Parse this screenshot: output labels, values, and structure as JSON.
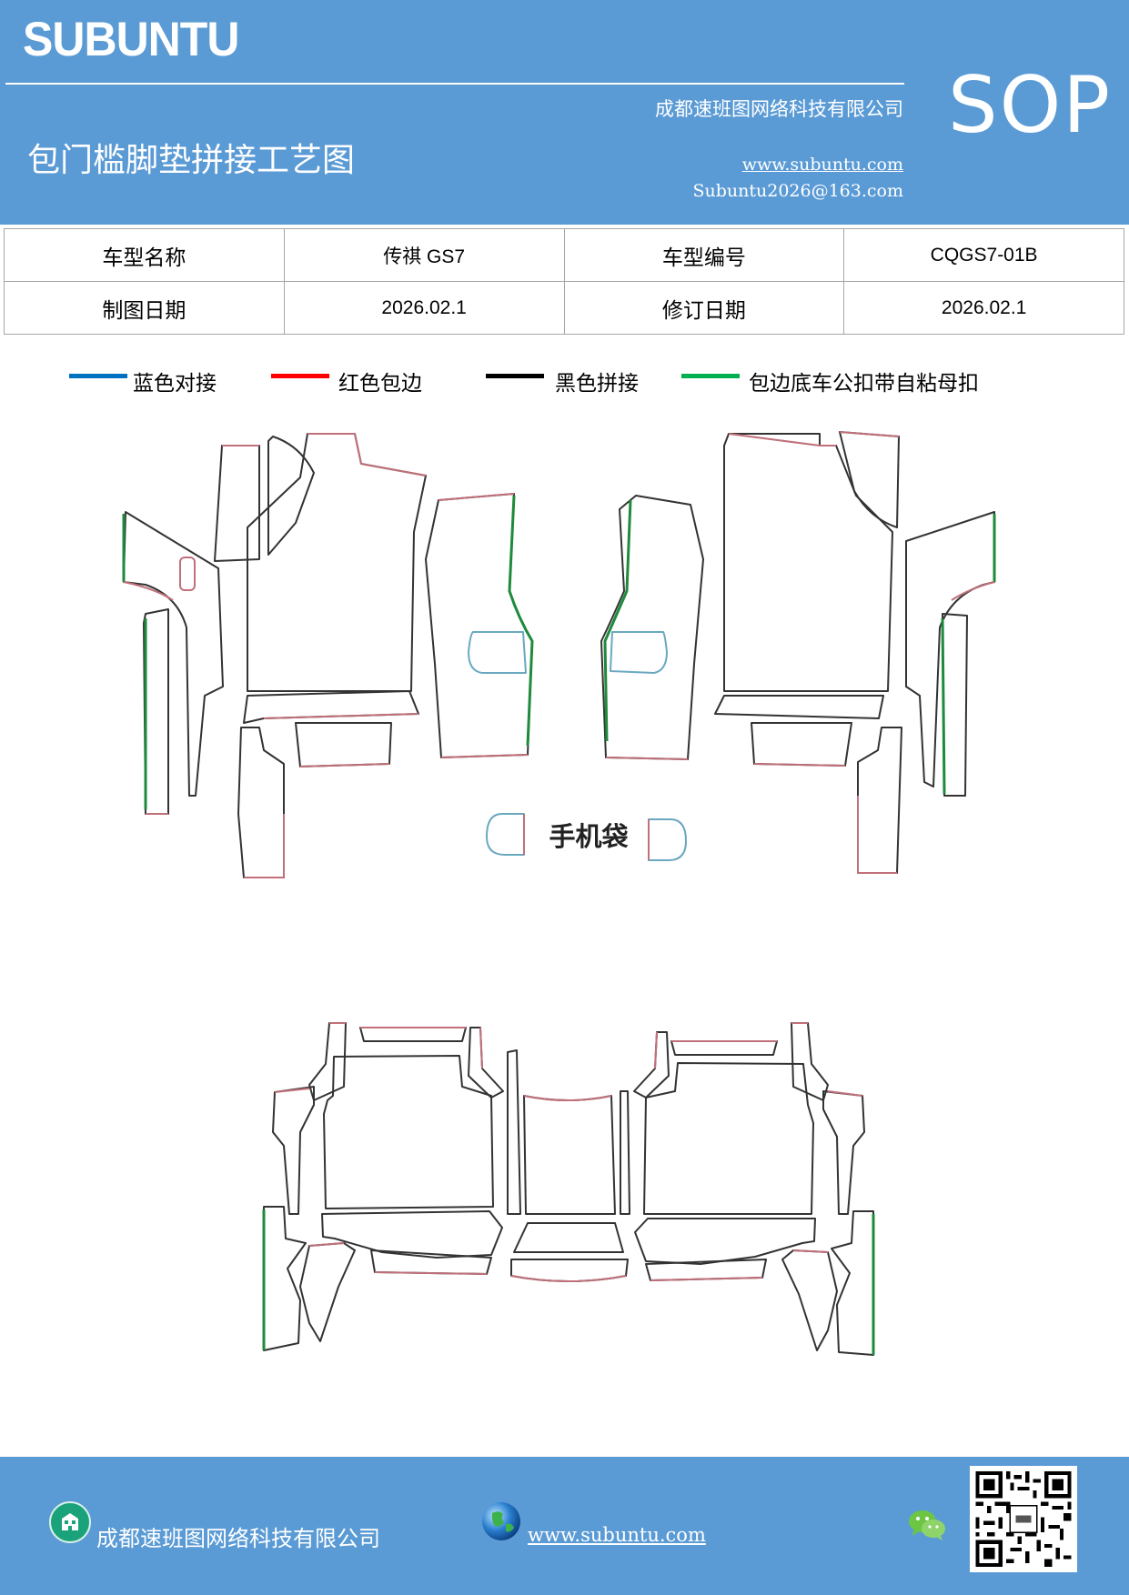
{
  "header": {
    "brand": "SUBUNTU",
    "company": "成都速班图网络科技有限公司",
    "title": "包门槛脚垫拼接工艺图",
    "website": "www.subuntu.com",
    "email": "Subuntu2026@163.com",
    "badge": "SOP"
  },
  "info_table": {
    "model_name_label": "车型名称",
    "model_name_value": "传祺 GS7",
    "model_code_label": "车型编号",
    "model_code_value": "CQGS7-01B",
    "draw_date_label": "制图日期",
    "draw_date_value": "2026.02.1",
    "revise_date_label": "修订日期",
    "revise_date_value": "2026.02.1"
  },
  "legend": [
    {
      "label": "蓝色对接",
      "color": "#0070c0"
    },
    {
      "label": "红色包边",
      "color": "#ff0000"
    },
    {
      "label": "黑色拼接",
      "color": "#000000"
    },
    {
      "label": "包边底车公扣带自粘母扣",
      "color": "#00b050"
    }
  ],
  "drawing": {
    "phone_pocket_label": "手机袋",
    "stroke_colors": {
      "outline": "#333333",
      "trim": "#c0707a",
      "green": "#1e8a3c",
      "blue": "#6aa8c0"
    }
  },
  "footer": {
    "company": "成都速班图网络科技有限公司",
    "website": "www.subuntu.com",
    "icons": [
      "building-icon",
      "globe-icon",
      "wechat-icon",
      "qr-code"
    ]
  }
}
